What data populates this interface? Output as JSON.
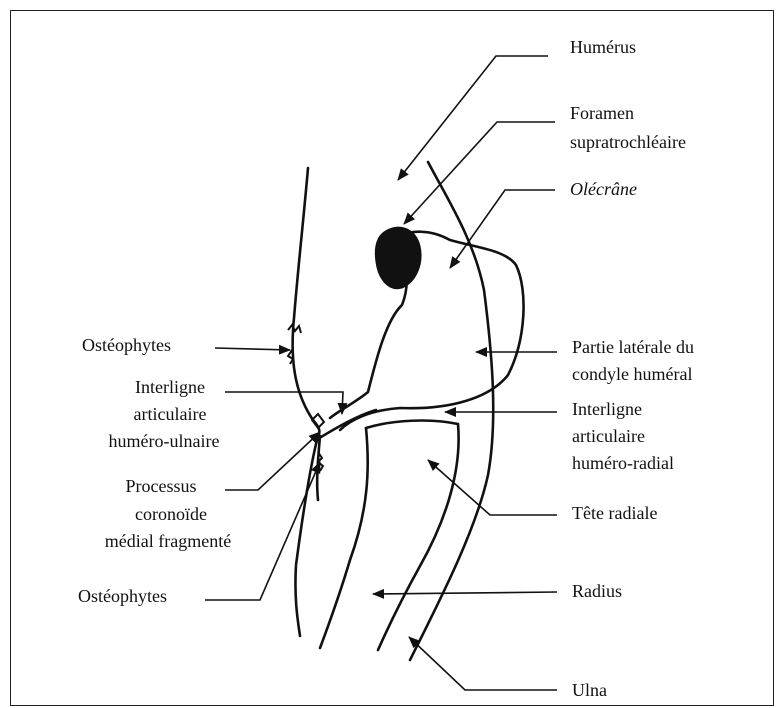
{
  "labels": {
    "humerus": "Humérus",
    "foramen_1": "Foramen",
    "foramen_2": "supratrochléaire",
    "olecrane": "Olécrâne",
    "osteophytes_top": "Ostéophytes",
    "partie_1": "Partie latérale du",
    "partie_2": "condyle huméral",
    "il_ulnaire_1": "Interligne",
    "il_ulnaire_2": "articulaire",
    "il_ulnaire_3": "huméro-ulnaire",
    "il_radial_1": "Interligne",
    "il_radial_2": "articulaire",
    "il_radial_3": "huméro-radial",
    "processus_1": "Processus",
    "processus_2": "coronoïde",
    "processus_3": "médial fragmenté",
    "tete_radiale": "Tête radiale",
    "osteophytes_bottom": "Ostéophytes",
    "radius": "Radius",
    "ulna": "Ulna"
  },
  "colors": {
    "ink": "#111111",
    "frame": "#222222",
    "background": "#ffffff"
  }
}
